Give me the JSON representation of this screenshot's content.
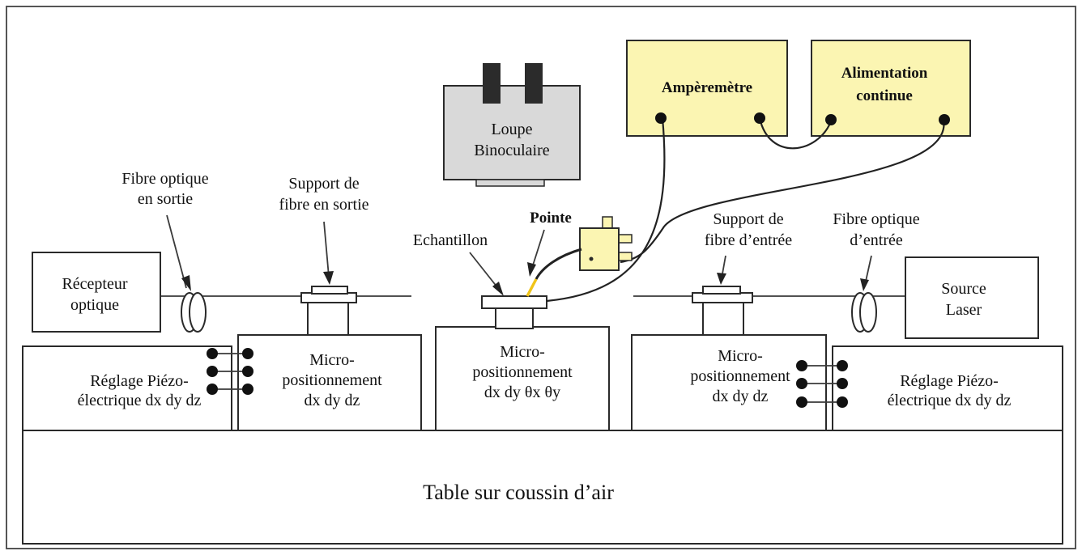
{
  "colors": {
    "instrument_fill": "#fbf5b2",
    "binocular_fill": "#d9d9d9",
    "binocular_eyepiece": "#2b2b2b",
    "tip_wire": "#f0c419",
    "outline": "#2a2a2a"
  },
  "instruments": {
    "ammeter": "Ampèremètre",
    "power_supply_line1": "Alimentation",
    "power_supply_line2": "continue"
  },
  "binocular": {
    "line1": "Loupe",
    "line2": "Binoculaire"
  },
  "labels": {
    "fiber_out_line1": "Fibre optique",
    "fiber_out_line2": "en sortie",
    "support_out_line1": "Support de",
    "support_out_line2": "fibre en sortie",
    "sample": "Echantillon",
    "tip": "Pointe",
    "support_in_line1": "Support de",
    "support_in_line2": "fibre d’entrée",
    "fiber_in_line1": "Fibre optique",
    "fiber_in_line2": "d’entrée"
  },
  "receiver": {
    "line1": "Récepteur",
    "line2": "optique"
  },
  "laser": {
    "line1": "Source",
    "line2": "Laser"
  },
  "stages": {
    "piezo_left_line1": "Réglage Piézo-",
    "piezo_left_line2": "électrique dx dy dz",
    "micro_left_line1": "Micro-",
    "micro_left_line2": "positionnement",
    "micro_left_line3": "dx dy dz",
    "micro_center_line1": "Micro-",
    "micro_center_line2": "positionnement",
    "micro_center_line3": "dx dy θx θy",
    "micro_right_line1": "Micro-",
    "micro_right_line2": "positionnement",
    "micro_right_line3": "dx dy dz",
    "piezo_right_line1": "Réglage Piézo-",
    "piezo_right_line2": "électrique dx dy dz"
  },
  "table": "Table sur coussin d’air"
}
